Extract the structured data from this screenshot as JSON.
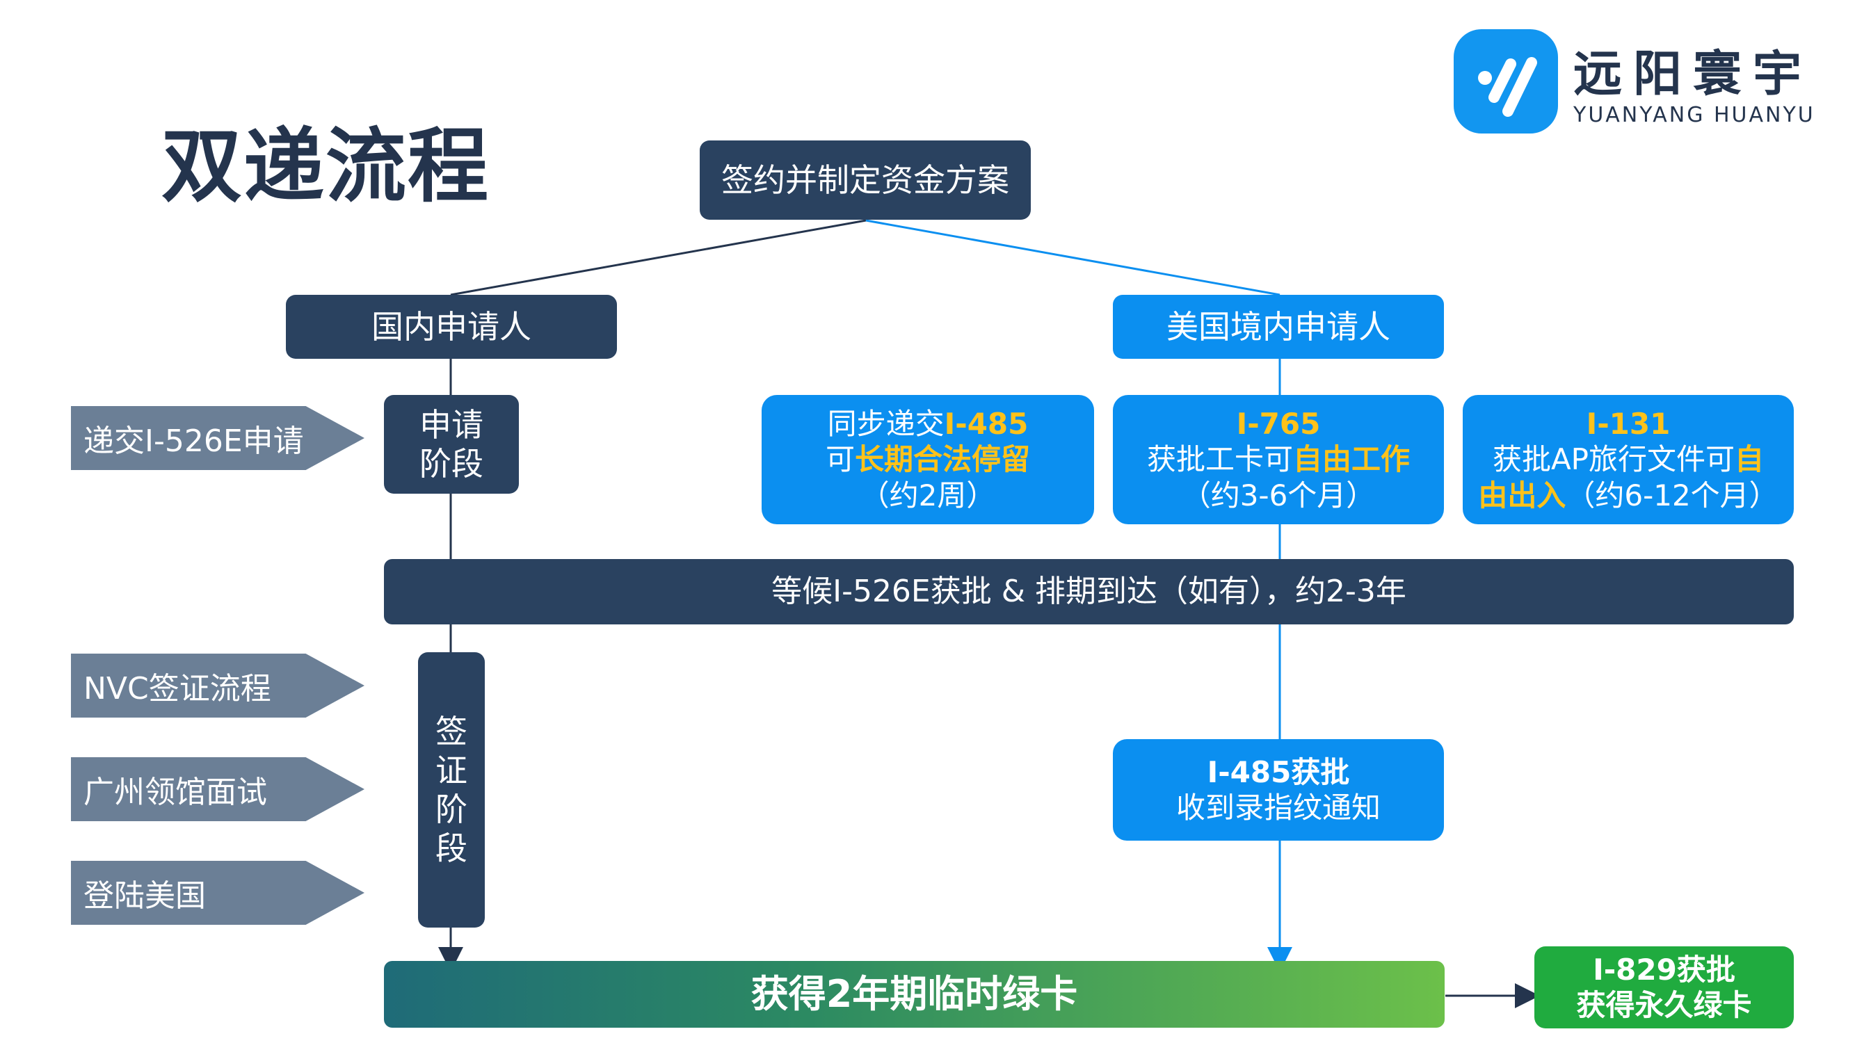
{
  "title": "双递流程",
  "logo": {
    "name": "远阳寰宇",
    "subtitle": "YUANYANG HUANYU",
    "icon": "brand-slash-icon",
    "color": "#1296f0"
  },
  "colors": {
    "navy": "#2a4260",
    "blue": "#0b8ff0",
    "green": "#20ab3f",
    "highlight": "#ffc21a",
    "side_label": "#6b7f96",
    "line_dark": "#24344d",
    "line_blue": "#0b8ff0"
  },
  "nodes": {
    "start": "签约并制定资金方案",
    "domestic": "国内申请人",
    "in_us": "美国境内申请人",
    "apply_stage": [
      "申请",
      "阶段"
    ],
    "i485_card": {
      "pre": "同步递交",
      "code": "I-485",
      "line2_pre": "可",
      "line2_hl": "长期合法停留",
      "note": "（约2周）"
    },
    "i765_card": {
      "code": "I-765",
      "line2_pre": "获批工卡可",
      "line2_hl": "自由工作",
      "note": "（约3-6个月）"
    },
    "i131_card": {
      "code": "I-131",
      "line2_pre": "获批AP旅行文件可",
      "line2_hl_a": "自",
      "line3_hl_b": "由出入",
      "note": "（约6-12个月）"
    },
    "waiting": "等候I-526E获批 & 排期到达（如有），约2-3年",
    "visa_stage": [
      "签",
      "证",
      "阶",
      "段"
    ],
    "i485_approved": {
      "title": "I-485获批",
      "sub": "收到录指纹通知"
    },
    "temp_green_card": "获得2年期临时绿卡",
    "i829": {
      "title": "I-829获批",
      "sub": "获得永久绿卡"
    }
  },
  "side_labels": [
    "递交I-526E申请",
    "NVC签证流程",
    "广州领馆面试",
    "登陆美国"
  ]
}
